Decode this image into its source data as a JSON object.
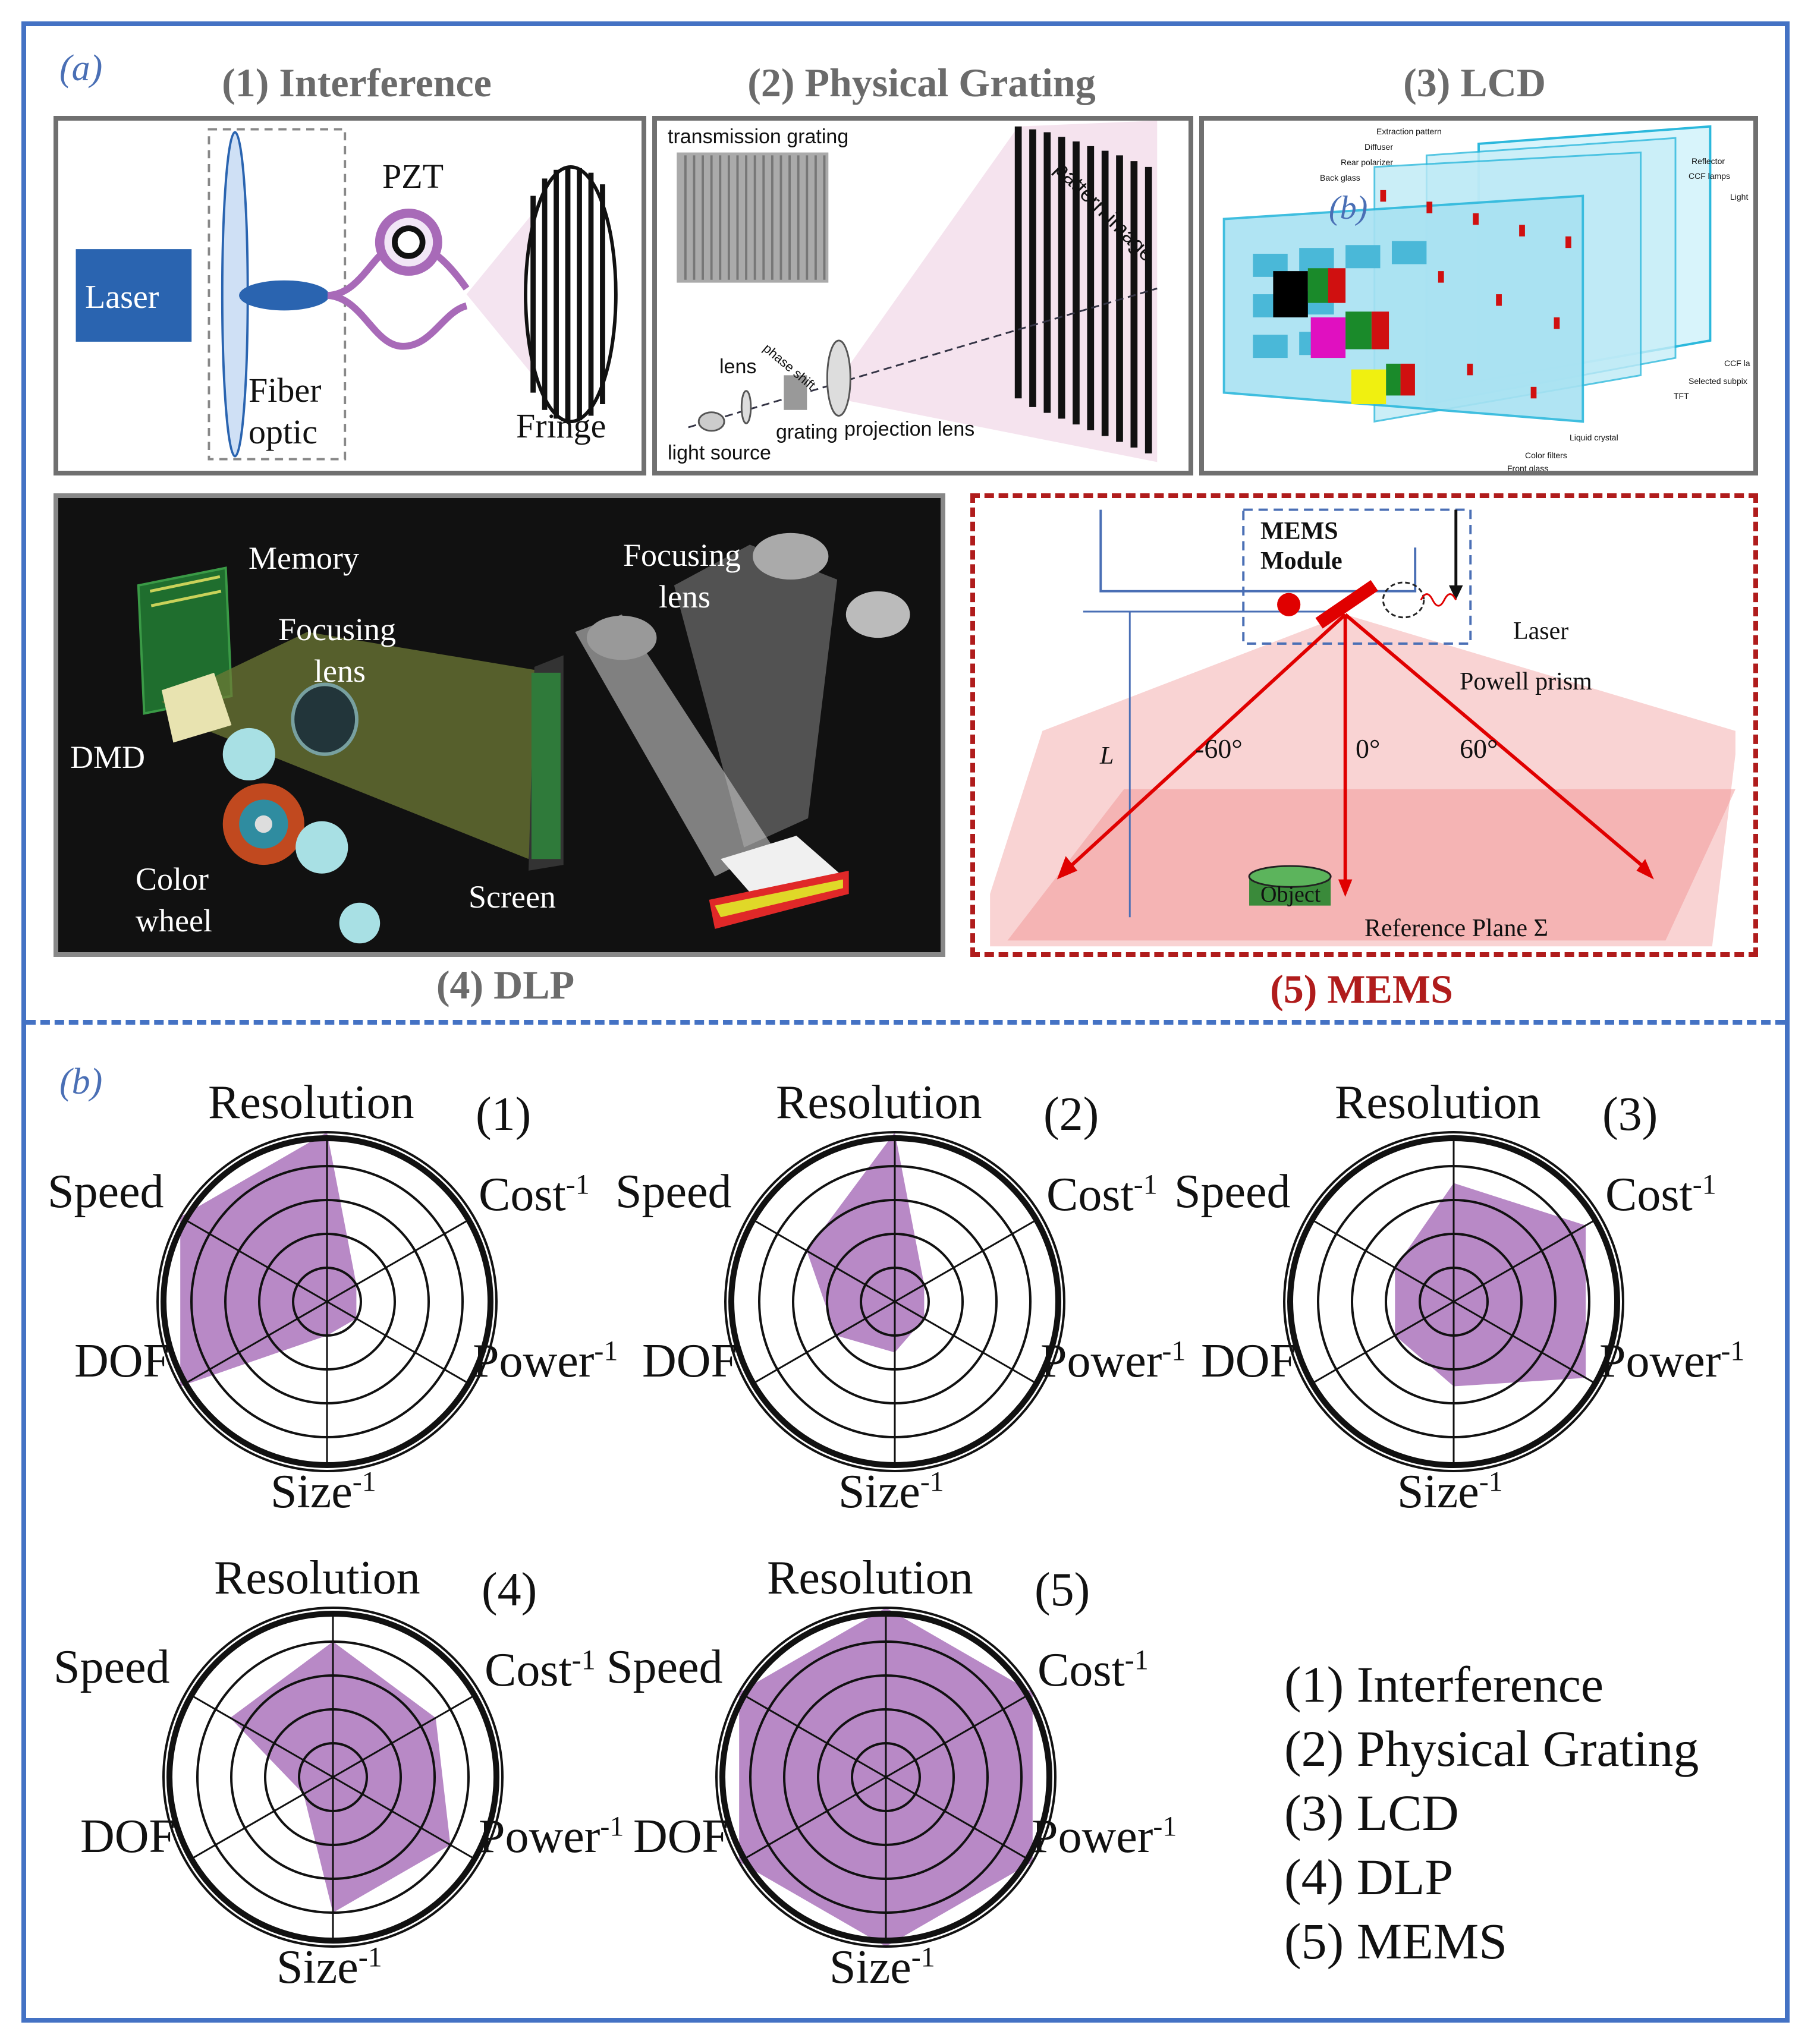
{
  "panel_a_label": "(a)",
  "panel_b_label": "(b)",
  "subfigs": {
    "interference": {
      "title": "(1) Interference",
      "laser": "Laser",
      "pzt": "PZT",
      "fiber_line1": "Fiber",
      "fiber_line2": "optic",
      "fringe": "Fringe"
    },
    "grating": {
      "title": "(2) Physical Grating",
      "transmission": "transmission grating",
      "pattern": "pattern image",
      "phase": "phase shift",
      "lens": "lens",
      "grating": "grating",
      "projection_lens": "projection lens",
      "light_source": "light source"
    },
    "lcd": {
      "title": "(3) LCD",
      "overlay_letter": "(b)",
      "labels": [
        "Extraction pattern",
        "Diffuser",
        "Rear polarizer",
        "Back glass",
        "Reflector",
        "CCF lamps",
        "Light",
        "CCF la",
        "Selected subpix",
        "TFT",
        "Liquid crystal",
        "Color filters",
        "Front glass"
      ]
    },
    "dlp": {
      "title": "(4) DLP",
      "memory": "Memory",
      "focusing1_l1": "Focusing",
      "focusing1_l2": "lens",
      "focusing2_l1": "Focusing",
      "focusing2_l2": "lens",
      "dmd": "DMD",
      "color_l1": "Color",
      "color_l2": "wheel",
      "screen": "Screen"
    },
    "mems": {
      "title": "(5) MEMS",
      "module_l1": "MEMS",
      "module_l2": "Module",
      "laser": "Laser",
      "powell": "Powell prism",
      "l": "L",
      "neg60": "-60°",
      "zero": "0°",
      "pos60": "60°",
      "object": "Object",
      "ref_plane": "Reference Plane Σ"
    }
  },
  "chart_data": [
    {
      "type": "radar",
      "number": "(1)",
      "axes": [
        "Resolution",
        "Cost",
        "Power",
        "Size",
        "DOF",
        "Speed"
      ],
      "axis_superscripts": [
        "",
        "-1",
        "-1",
        "-1",
        "",
        ""
      ],
      "rings": 5,
      "rmax": 5,
      "values": [
        5,
        1,
        1,
        1,
        5,
        5
      ],
      "fill": "#b07cc0"
    },
    {
      "type": "radar",
      "number": "(2)",
      "axes": [
        "Resolution",
        "Cost",
        "Power",
        "Size",
        "DOF",
        "Speed"
      ],
      "axis_superscripts": [
        "",
        "-1",
        "-1",
        "-1",
        "",
        ""
      ],
      "rings": 5,
      "rmax": 5,
      "values": [
        5,
        1,
        1,
        1.5,
        2,
        3
      ],
      "fill": "#b07cc0"
    },
    {
      "type": "radar",
      "number": "(3)",
      "axes": [
        "Resolution",
        "Cost",
        "Power",
        "Size",
        "DOF",
        "Speed"
      ],
      "axis_superscripts": [
        "",
        "-1",
        "-1",
        "-1",
        "",
        ""
      ],
      "rings": 5,
      "rmax": 5,
      "values": [
        3.5,
        4.5,
        4.5,
        2.5,
        2,
        2
      ],
      "fill": "#b07cc0"
    },
    {
      "type": "radar",
      "number": "(4)",
      "axes": [
        "Resolution",
        "Cost",
        "Power",
        "Size",
        "DOF",
        "Speed"
      ],
      "axis_superscripts": [
        "",
        "-1",
        "-1",
        "-1",
        "",
        ""
      ],
      "rings": 5,
      "rmax": 5,
      "values": [
        4,
        3.5,
        4,
        4,
        1,
        3.5
      ],
      "fill": "#b07cc0"
    },
    {
      "type": "radar",
      "number": "(5)",
      "axes": [
        "Resolution",
        "Cost",
        "Power",
        "Size",
        "DOF",
        "Speed"
      ],
      "axis_superscripts": [
        "",
        "-1",
        "-1",
        "-1",
        "",
        ""
      ],
      "rings": 5,
      "rmax": 5,
      "values": [
        5,
        5,
        5,
        5,
        5,
        5
      ],
      "fill": "#b07cc0"
    }
  ],
  "legend": [
    "(1) Interference",
    "(2) Physical Grating",
    "(3) LCD",
    "(4) DLP",
    "(5) MEMS"
  ]
}
